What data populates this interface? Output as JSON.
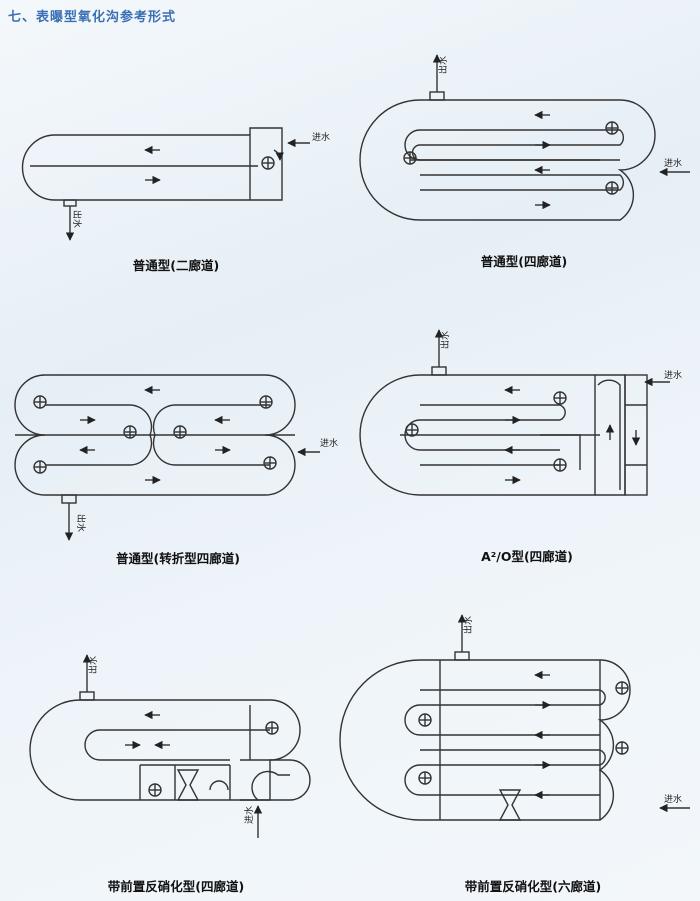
{
  "header": "七、表曝型氧化沟参考形式",
  "labels": {
    "inlet": "进水",
    "outlet": "出水"
  },
  "captions": {
    "d1": "普通型(二廊道)",
    "d2": "普通型(四廊道)",
    "d3": "普通型(转折型四廊道)",
    "d4": "A²/O型(四廊道)",
    "d5": "带前置反硝化型(四廊道)",
    "d6": "带前置反硝化型(六廊道)"
  }
}
